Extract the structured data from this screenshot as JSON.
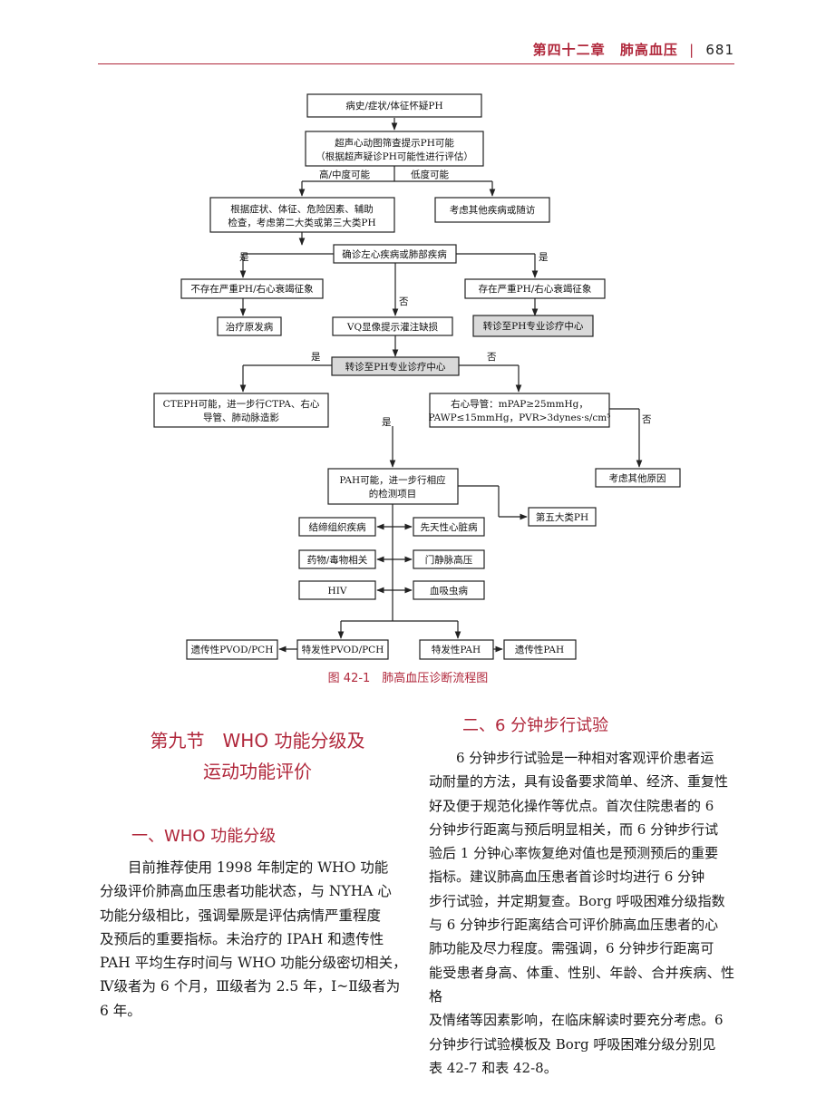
{
  "header": {
    "chapter": "第四十二章",
    "title": "肺高血压",
    "page": "681"
  },
  "figure": {
    "caption": "图 42-1　肺高血压诊断流程图",
    "boxes": {
      "b1": "病史/症状/体征怀疑PH",
      "b2_l1": "超声心动图筛查提示PH可能",
      "b2_l2": "（根据超声疑诊PH可能性进行评估）",
      "b3_l1": "根据症状、体征、危险因素、辅助",
      "b3_l2": "检查，考虑第二大类或第三大类PH",
      "b4": "考虑其他疾病或随访",
      "b5": "确诊左心疾病或肺部疾病",
      "b6": "不存在严重PH/右心衰竭征象",
      "b7": "存在严重PH/右心衰竭征象",
      "b8": "治疗原发病",
      "b9": "VQ显像提示灌注缺损",
      "b10": "转诊至PH专业诊疗中心",
      "b11": "转诊至PH专业诊疗中心",
      "b12_l1": "CTEPH可能，进一步行CTPA、右心",
      "b12_l2": "导管、肺动脉造影",
      "b13_l1": "右心导管：mPAP≥25mmHg，",
      "b13_l2": "PAWP≤15mmHg，PVR>3dynes·s/cm⁵",
      "b14": "考虑其他原因",
      "b15_l1": "PAH可能，进一步行相应",
      "b15_l2": "的检测项目",
      "b16": "第五大类PH",
      "b17": "结缔组织疾病",
      "b18": "先天性心脏病",
      "b19": "药物/毒物相关",
      "b20": "门静脉高压",
      "b21": "HIV",
      "b22": "血吸虫病",
      "b23": "遗传性PVOD/PCH",
      "b24": "特发性PVOD/PCH",
      "b25": "特发性PAH",
      "b26": "遗传性PAH"
    },
    "labels": {
      "high_mid": "高/中度可能",
      "low": "低度可能",
      "yes": "是",
      "no": "否"
    }
  },
  "section": {
    "title_line1": "第九节　WHO 功能分级及",
    "title_line2": "运动功能评价"
  },
  "sub1": {
    "heading": "一、WHO 功能分级",
    "lines": [
      "目前推荐使用 1998 年制定的 WHO 功能",
      "分级评价肺高血压患者功能状态，与 NYHA 心",
      "功能分级相比，强调晕厥是评估病情严重程度",
      "及预后的重要指标。未治疗的 IPAH 和遗传性",
      "PAH 平均生存时间与 WHO 功能分级密切相关，",
      "Ⅳ级者为 6 个月，Ⅲ级者为 2.5 年，Ⅰ~Ⅱ级者为",
      "6 年。"
    ]
  },
  "sub2": {
    "heading": "二、6 分钟步行试验",
    "lines": [
      "6 分钟步行试验是一种相对客观评价患者运",
      "动耐量的方法，具有设备要求简单、经济、重复性",
      "好及便于规范化操作等优点。首次住院患者的 6",
      "分钟步行距离与预后明显相关，而 6 分钟步行试",
      "验后 1 分钟心率恢复绝对值也是预测预后的重要",
      "指标。建议肺高血压患者首诊时均进行 6 分钟",
      "步行试验，并定期复查。Borg 呼吸困难分级指数",
      "与 6 分钟步行距离结合可评价肺高血压患者的心",
      "肺功能及尽力程度。需强调，6 分钟步行距离可",
      "能受患者身高、体重、性别、年龄、合并疾病、性格",
      "及情绪等因素影响，在临床解读时要充分考虑。6",
      "分钟步行试验模板及 Borg 呼吸困难分级分别见",
      "表 42-7 和表 42-8。"
    ]
  }
}
